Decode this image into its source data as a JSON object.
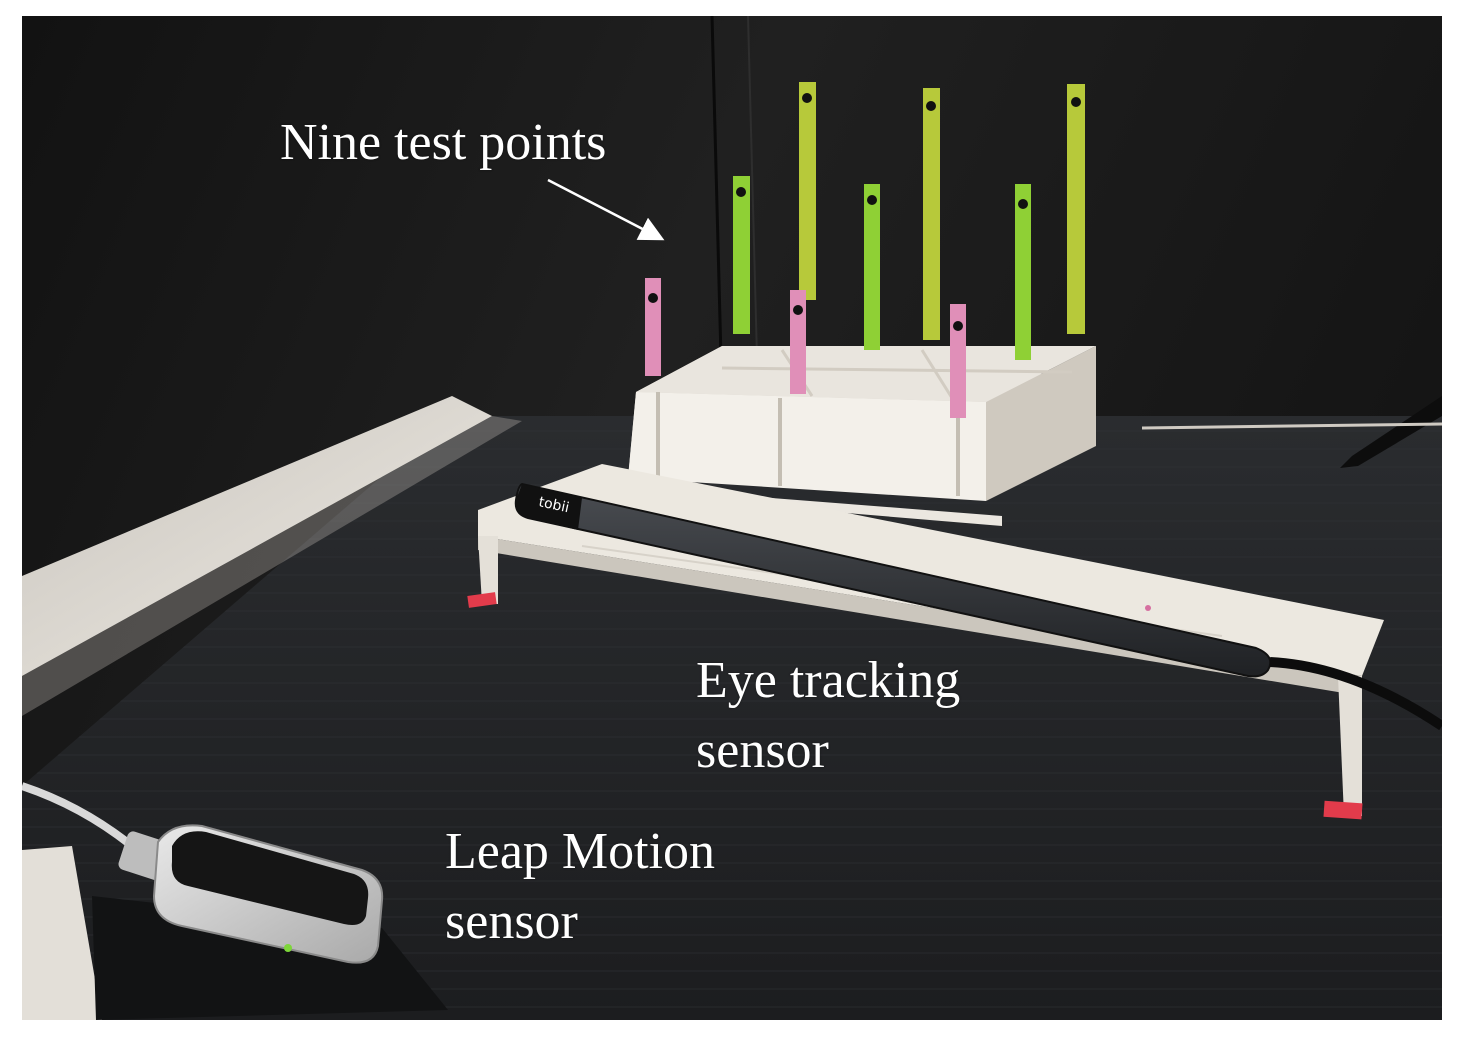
{
  "annotations": {
    "test_points": "Nine test points",
    "eye_tracker_line1": "Eye tracking",
    "eye_tracker_line2": "sensor",
    "leap_line1": "Leap Motion",
    "leap_line2": "sensor"
  },
  "device_brand": "tobii",
  "colors": {
    "background_wall": "#1b1b1b",
    "table_surface": "#26282b",
    "table_edge": "#dedad3",
    "stand": "#ece8e0",
    "pink_marker": "#e08fb8",
    "green_marker": "#8fd035",
    "yellow_marker": "#b7c93a",
    "tape": "#e23b4b",
    "label_text": "#ffffff"
  }
}
